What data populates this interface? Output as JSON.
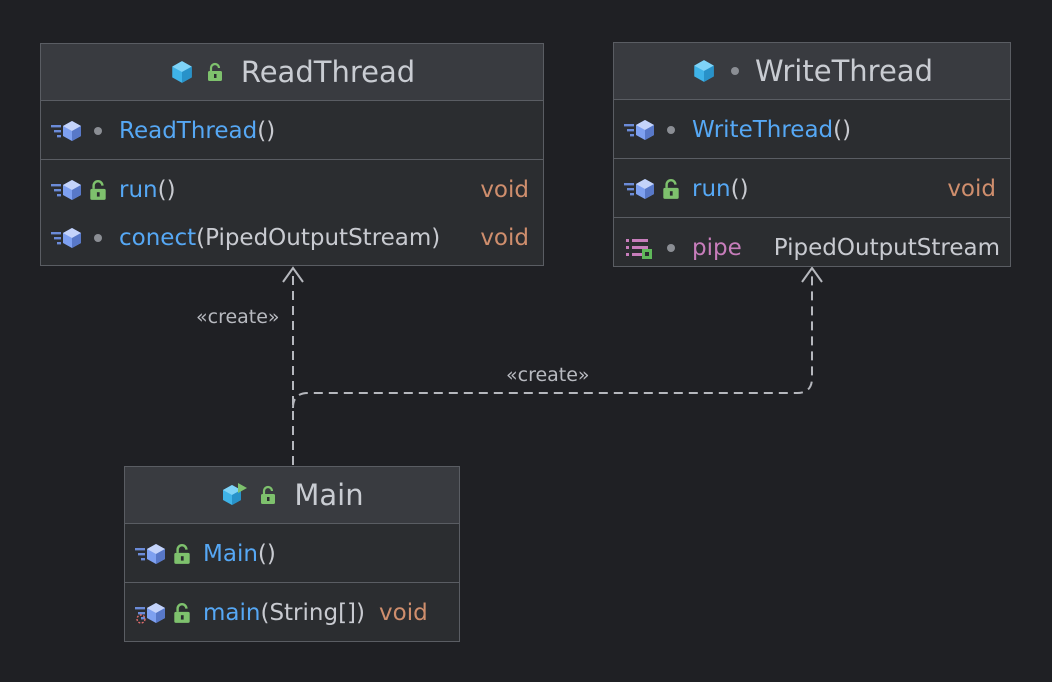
{
  "colors": {
    "background": "#1f2024",
    "box": "#2b2d30",
    "header": "#393b40",
    "border": "#5a5d63",
    "method_name": "#56a8f5",
    "field_name": "#c77dbb",
    "return_type": "#cf8e6d",
    "class_icon": "#3fb3e8",
    "public_lock": "#7ec16d"
  },
  "relations": [
    {
      "label": "«create»",
      "from": "Main",
      "to": "ReadThread"
    },
    {
      "label": "«create»",
      "from": "Main",
      "to": "WriteThread"
    }
  ],
  "classes": {
    "read_thread": {
      "name": "ReadThread",
      "icon": "class-icon",
      "visibility": "public-lock-icon",
      "constructors": [
        {
          "name": "ReadThread",
          "params": "()",
          "visibility": "package-dot"
        }
      ],
      "methods": [
        {
          "name": "run",
          "params": "()",
          "type": "void",
          "visibility": "public-lock"
        },
        {
          "name": "conect",
          "params": "(PipedOutputStream)",
          "type": "void",
          "visibility": "package-dot"
        }
      ]
    },
    "write_thread": {
      "name": "WriteThread",
      "icon": "class-icon",
      "visibility": "package-dot",
      "constructors": [
        {
          "name": "WriteThread",
          "params": "()",
          "visibility": "package-dot"
        }
      ],
      "methods": [
        {
          "name": "run",
          "params": "()",
          "type": "void",
          "visibility": "public-lock"
        }
      ],
      "fields": [
        {
          "name": "pipe",
          "type": "PipedOutputStream",
          "visibility": "package-dot"
        }
      ]
    },
    "main": {
      "name": "Main",
      "icon": "runnable-class-icon",
      "visibility": "public-lock-icon",
      "constructors": [
        {
          "name": "Main",
          "params": "()",
          "visibility": "public-lock"
        }
      ],
      "methods": [
        {
          "name": "main",
          "params": "(String[])",
          "type": "void",
          "visibility": "public-lock"
        }
      ]
    }
  }
}
